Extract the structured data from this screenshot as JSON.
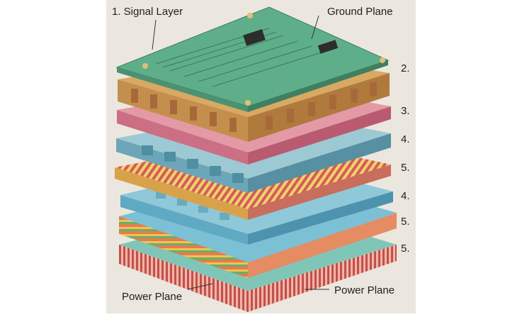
{
  "labels": {
    "signal_layer": "1. Signal Layer",
    "ground_plane": "Ground Plane",
    "power_plane_left": "Power Plane",
    "power_plane_right": "Power Plane"
  },
  "layer_numbers": [
    "2.",
    "3.",
    "4.",
    "5.",
    "4.",
    "5.",
    "5."
  ],
  "colors": {
    "background": "#ebe7df",
    "signal_layer": "#5fae8a",
    "core": "#c48f4c",
    "pink_layer": "#d98a9a",
    "blue_layer": "#7fb4c7",
    "striped_layer": "#e8c88a",
    "blue_layer_2": "#7cc0d6",
    "power_plane": "#e07e7c"
  }
}
